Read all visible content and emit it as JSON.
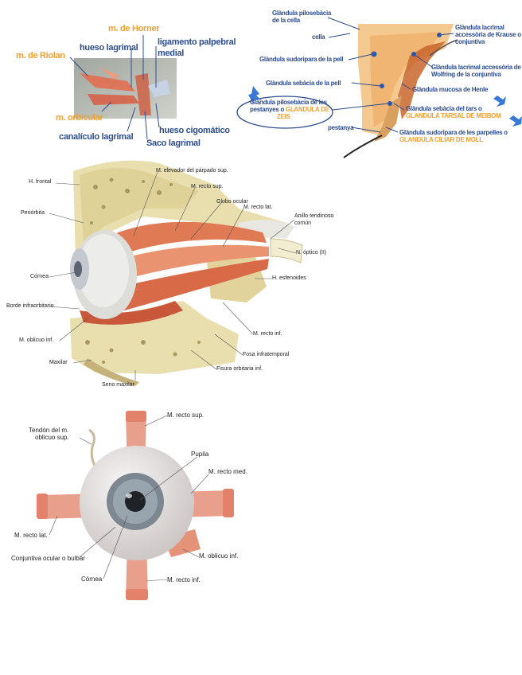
{
  "d1": {
    "m_riolan": "m. de Riolan",
    "m_horner": "m. de Horner",
    "hueso_lagrimal": "hueso lagrimal",
    "ligamento": "ligamento palpebral",
    "medial": "medial",
    "m_orbicular": "m. orbicular",
    "canaliculo": "canalículo lagrimal",
    "cigomatico": "hueso cigomático",
    "saco": "Saco lagrimal"
  },
  "d2": {
    "pilosebacia_cella_1": "Glàndula pilosebàcia",
    "pilosebacia_cella_2": "de la cella",
    "cella": "cella",
    "sudoripara_pell": "Glàndula sudoripara de la pell",
    "sebacia_pell": "Glàndula sebàcia de la pell",
    "zeis_1": "Glàndula pilosebàcia de les",
    "zeis_2": "pestanyes o",
    "zeis_3": "GLANDULA DE",
    "zeis_4": "ZEIS",
    "pestanya": "pestanya",
    "krause_1": "Glàndula lacrimal",
    "krause_2": "accessòria de Krause o",
    "krause_3": "conjuntiva",
    "wolfring_1": "Glàndula lacrimal accessòria de",
    "wolfring_2": "Wolfring de la conjuntiva",
    "henle": "Glàndula mucosa de Henle",
    "meibom_1": "Glàndula sebàcia del tars o",
    "meibom_2": "GLANDULA TARSAL DE MEIBOM",
    "moll_1": "Glàndula sudoripara de les parpelles o",
    "moll_2": "GLANDULA CILIAR DE MOLL"
  },
  "d3": {
    "h_frontal": "H. frontal",
    "periorbita": "Periórbita",
    "cornea": "Córnea",
    "borde": "Borde infraorbitario",
    "oblicuo_inf": "M. oblicuo inf.",
    "maxilar": "Maxilar",
    "seno": "Seno maxilar",
    "elevador": "M. elevador del párpado sup.",
    "recto_sup": "M. recto sup.",
    "globo": "Globo ocular",
    "recto_lat": "M. recto lat.",
    "anillo_1": "Anillo tendinoso",
    "anillo_2": "común",
    "optico": "N. óptico (II)",
    "esfenoides": "H. esfenoides",
    "recto_inf": "M. recto inf.",
    "fosa": "Fosa infratemporal",
    "fisura": "Fisura orbitaria inf."
  },
  "d4": {
    "recto_sup": "M. recto sup.",
    "tendon_1": "Tendón del m.",
    "tendon_2": "oblicuo sup.",
    "pupila": "Pupila",
    "recto_med": "M. recto med.",
    "recto_lat": "M. recto lat.",
    "conjuntiva": "Conjuntiva ocular o bulbar",
    "oblicuo_inf": "M. oblicuo inf.",
    "cornea": "Córnea",
    "recto_inf": "M. recto inf."
  },
  "colors": {
    "label_blue": "#2d4d8f",
    "label_orange": "#f0a030",
    "muscle": "#e8826a",
    "bone": "#e9dfae"
  }
}
